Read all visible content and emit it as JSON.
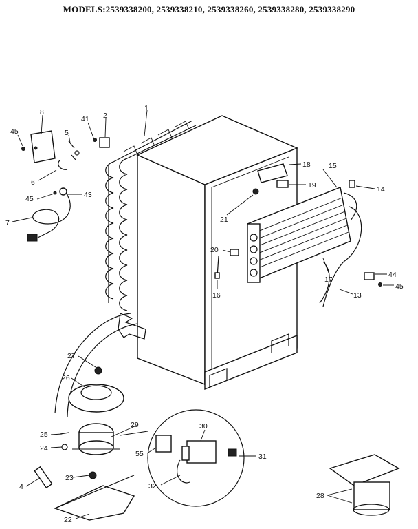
{
  "title": "MODELS:2539338200, 2539338210, 2539338260, 2539338280, 2539338290",
  "callouts": {
    "c1": "1",
    "c2": "2",
    "c4": "4",
    "c5": "5",
    "c6": "6",
    "c7": "7",
    "c8": "8",
    "c13": "13",
    "c14": "14",
    "c15": "15",
    "c16": "16",
    "c17": "17",
    "c18": "18",
    "c19": "19",
    "c20": "20",
    "c21": "21",
    "c22": "22",
    "c23": "23",
    "c24": "24",
    "c25": "25",
    "c26": "26",
    "c27": "27",
    "c28": "28",
    "c29": "29",
    "c30": "30",
    "c31": "31",
    "c32": "32",
    "c41": "41",
    "c43": "43",
    "c44": "44",
    "c45a": "45",
    "c45b": "45",
    "c45c": "45",
    "c55": "55"
  }
}
